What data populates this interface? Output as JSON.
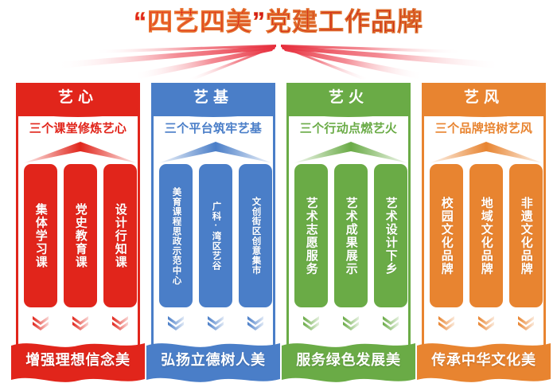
{
  "title": {
    "text": "“四艺四美”党建工作品牌",
    "ray_color": "#e8404a",
    "gradient_from": "#e8161c",
    "gradient_to": "#bb0d13"
  },
  "columns": [
    {
      "key": "yixin",
      "color": "#e1251b",
      "header": "艺心",
      "subtitle": "三个课堂修炼艺心",
      "pills": [
        "集体学习课",
        "党史教育课",
        "设计行知课"
      ],
      "pill_size": "normal",
      "footer": "增强理想信念美"
    },
    {
      "key": "yiji",
      "color": "#4a7ec8",
      "header": "艺基",
      "subtitle": "三个平台筑牢艺基",
      "pills": [
        "美育课程思政示范中心",
        "广科·湾区艺谷",
        "文创街区创意集市"
      ],
      "pill_size": "small",
      "footer": "弘扬立德树人美"
    },
    {
      "key": "yihuo",
      "color": "#6aab46",
      "header": "艺火",
      "subtitle": "三个行动点燃艺火",
      "pills": [
        "艺术志愿服务",
        "艺术成果展示",
        "艺术设计下乡"
      ],
      "pill_size": "normal",
      "footer": "服务绿色发展美"
    },
    {
      "key": "yifeng",
      "color": "#e88430",
      "header": "艺风",
      "subtitle": "三个品牌培树艺风",
      "pills": [
        "校园文化品牌",
        "地域文化品牌",
        "非遗文化品牌"
      ],
      "pill_size": "normal",
      "footer": "传承中华文化美"
    }
  ],
  "icons": {
    "chevron": "double-chevron-down-icon",
    "arrow": "up-arrow-icon",
    "rays": "radiating-rays-decoration"
  }
}
